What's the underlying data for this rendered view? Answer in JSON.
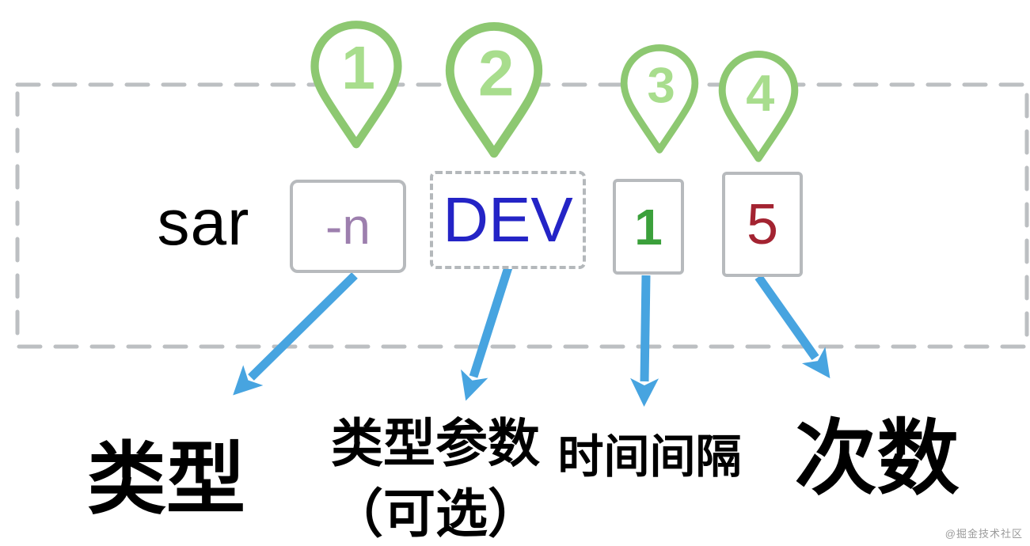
{
  "command": {
    "prefix": "sar",
    "parts": [
      {
        "text": "-n",
        "role": "type-flag",
        "box_style": "solid",
        "color": "#9d7fae"
      },
      {
        "text": "DEV",
        "role": "type-parameter",
        "box_style": "dashed",
        "color": "#2424c6"
      },
      {
        "text": "1",
        "role": "interval",
        "box_style": "solid",
        "color": "#3ba03b"
      },
      {
        "text": "5",
        "role": "count",
        "box_style": "solid",
        "color": "#a32331"
      }
    ]
  },
  "pins": [
    {
      "label": "1"
    },
    {
      "label": "2"
    },
    {
      "label": "3"
    },
    {
      "label": "4"
    }
  ],
  "annotations": [
    {
      "label": "类型"
    },
    {
      "label": "类型参数",
      "sublabel": "（可选）"
    },
    {
      "label": "时间间隔"
    },
    {
      "label": "次数"
    }
  ],
  "watermark": "@掘金技术社区",
  "colors": {
    "pin_green": "#8dc871",
    "pin_number_green": "#a8dd8d",
    "arrow_blue": "#47a4e0",
    "box_border_gray": "#b7babd",
    "dashed_boundary_gray": "#bcbfc2",
    "flag_purple": "#9d7fae",
    "param_blue": "#2424c6",
    "interval_green": "#3ba03b",
    "count_red": "#a32331"
  }
}
